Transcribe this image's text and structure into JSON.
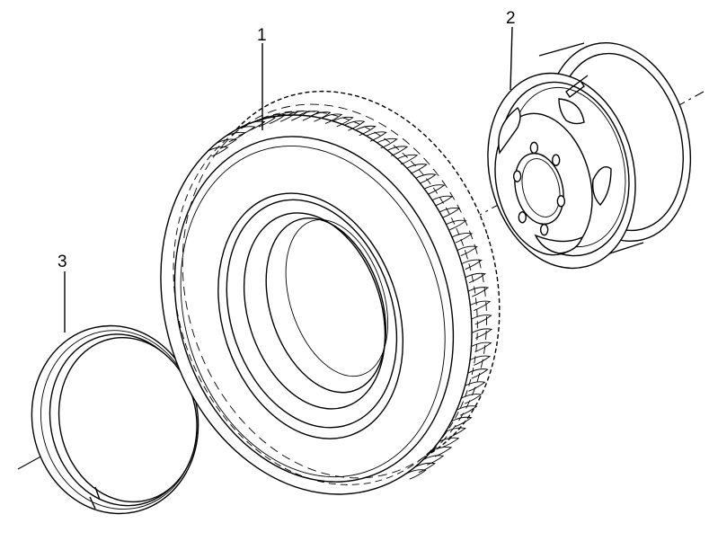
{
  "diagram": {
    "callouts": [
      {
        "id": "1",
        "label": "1",
        "part": "tire"
      },
      {
        "id": "2",
        "label": "2",
        "part": "wheel-rim"
      },
      {
        "id": "3",
        "label": "3",
        "part": "lock-ring"
      }
    ]
  }
}
